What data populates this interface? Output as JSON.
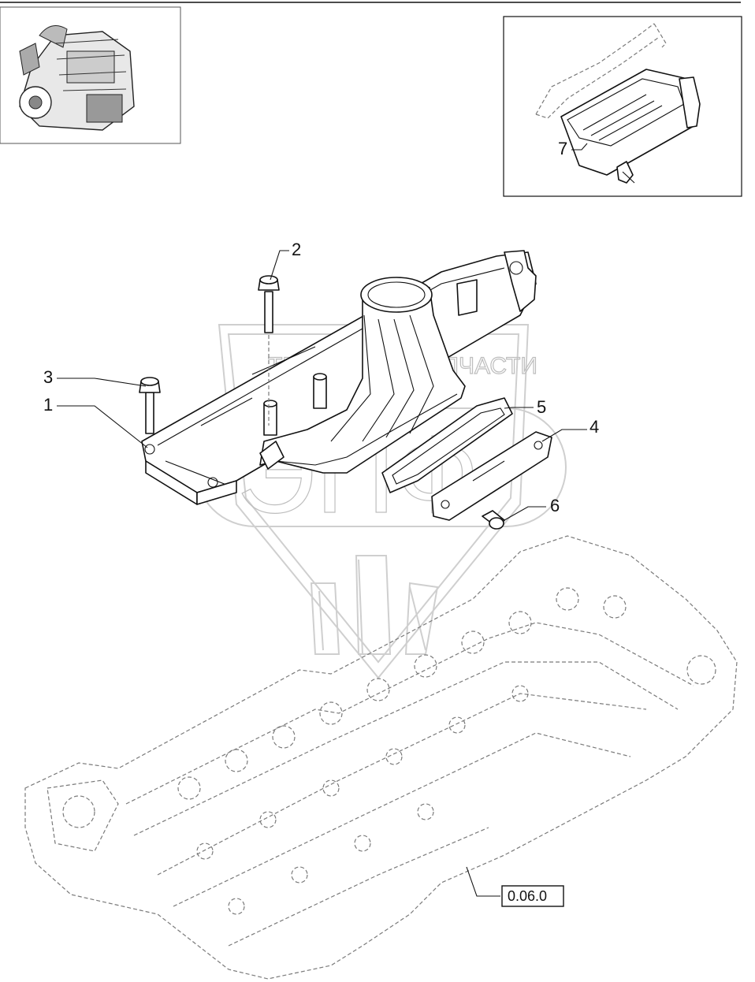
{
  "callouts": [
    {
      "id": "1",
      "label": "1"
    },
    {
      "id": "2",
      "label": "2"
    },
    {
      "id": "3",
      "label": "3"
    },
    {
      "id": "4",
      "label": "4"
    },
    {
      "id": "5",
      "label": "5"
    },
    {
      "id": "6",
      "label": "6"
    },
    {
      "id": "7",
      "label": "7"
    }
  ],
  "reference_box": {
    "label": "0.06.0"
  },
  "watermark": {
    "text": "ТЕХНИКА ⚙ ЗАПЧАСТИ",
    "logo_text": "ЭПФ"
  },
  "colors": {
    "line": "#111111",
    "watermark": "#cfcfcf",
    "background": "#ffffff"
  }
}
